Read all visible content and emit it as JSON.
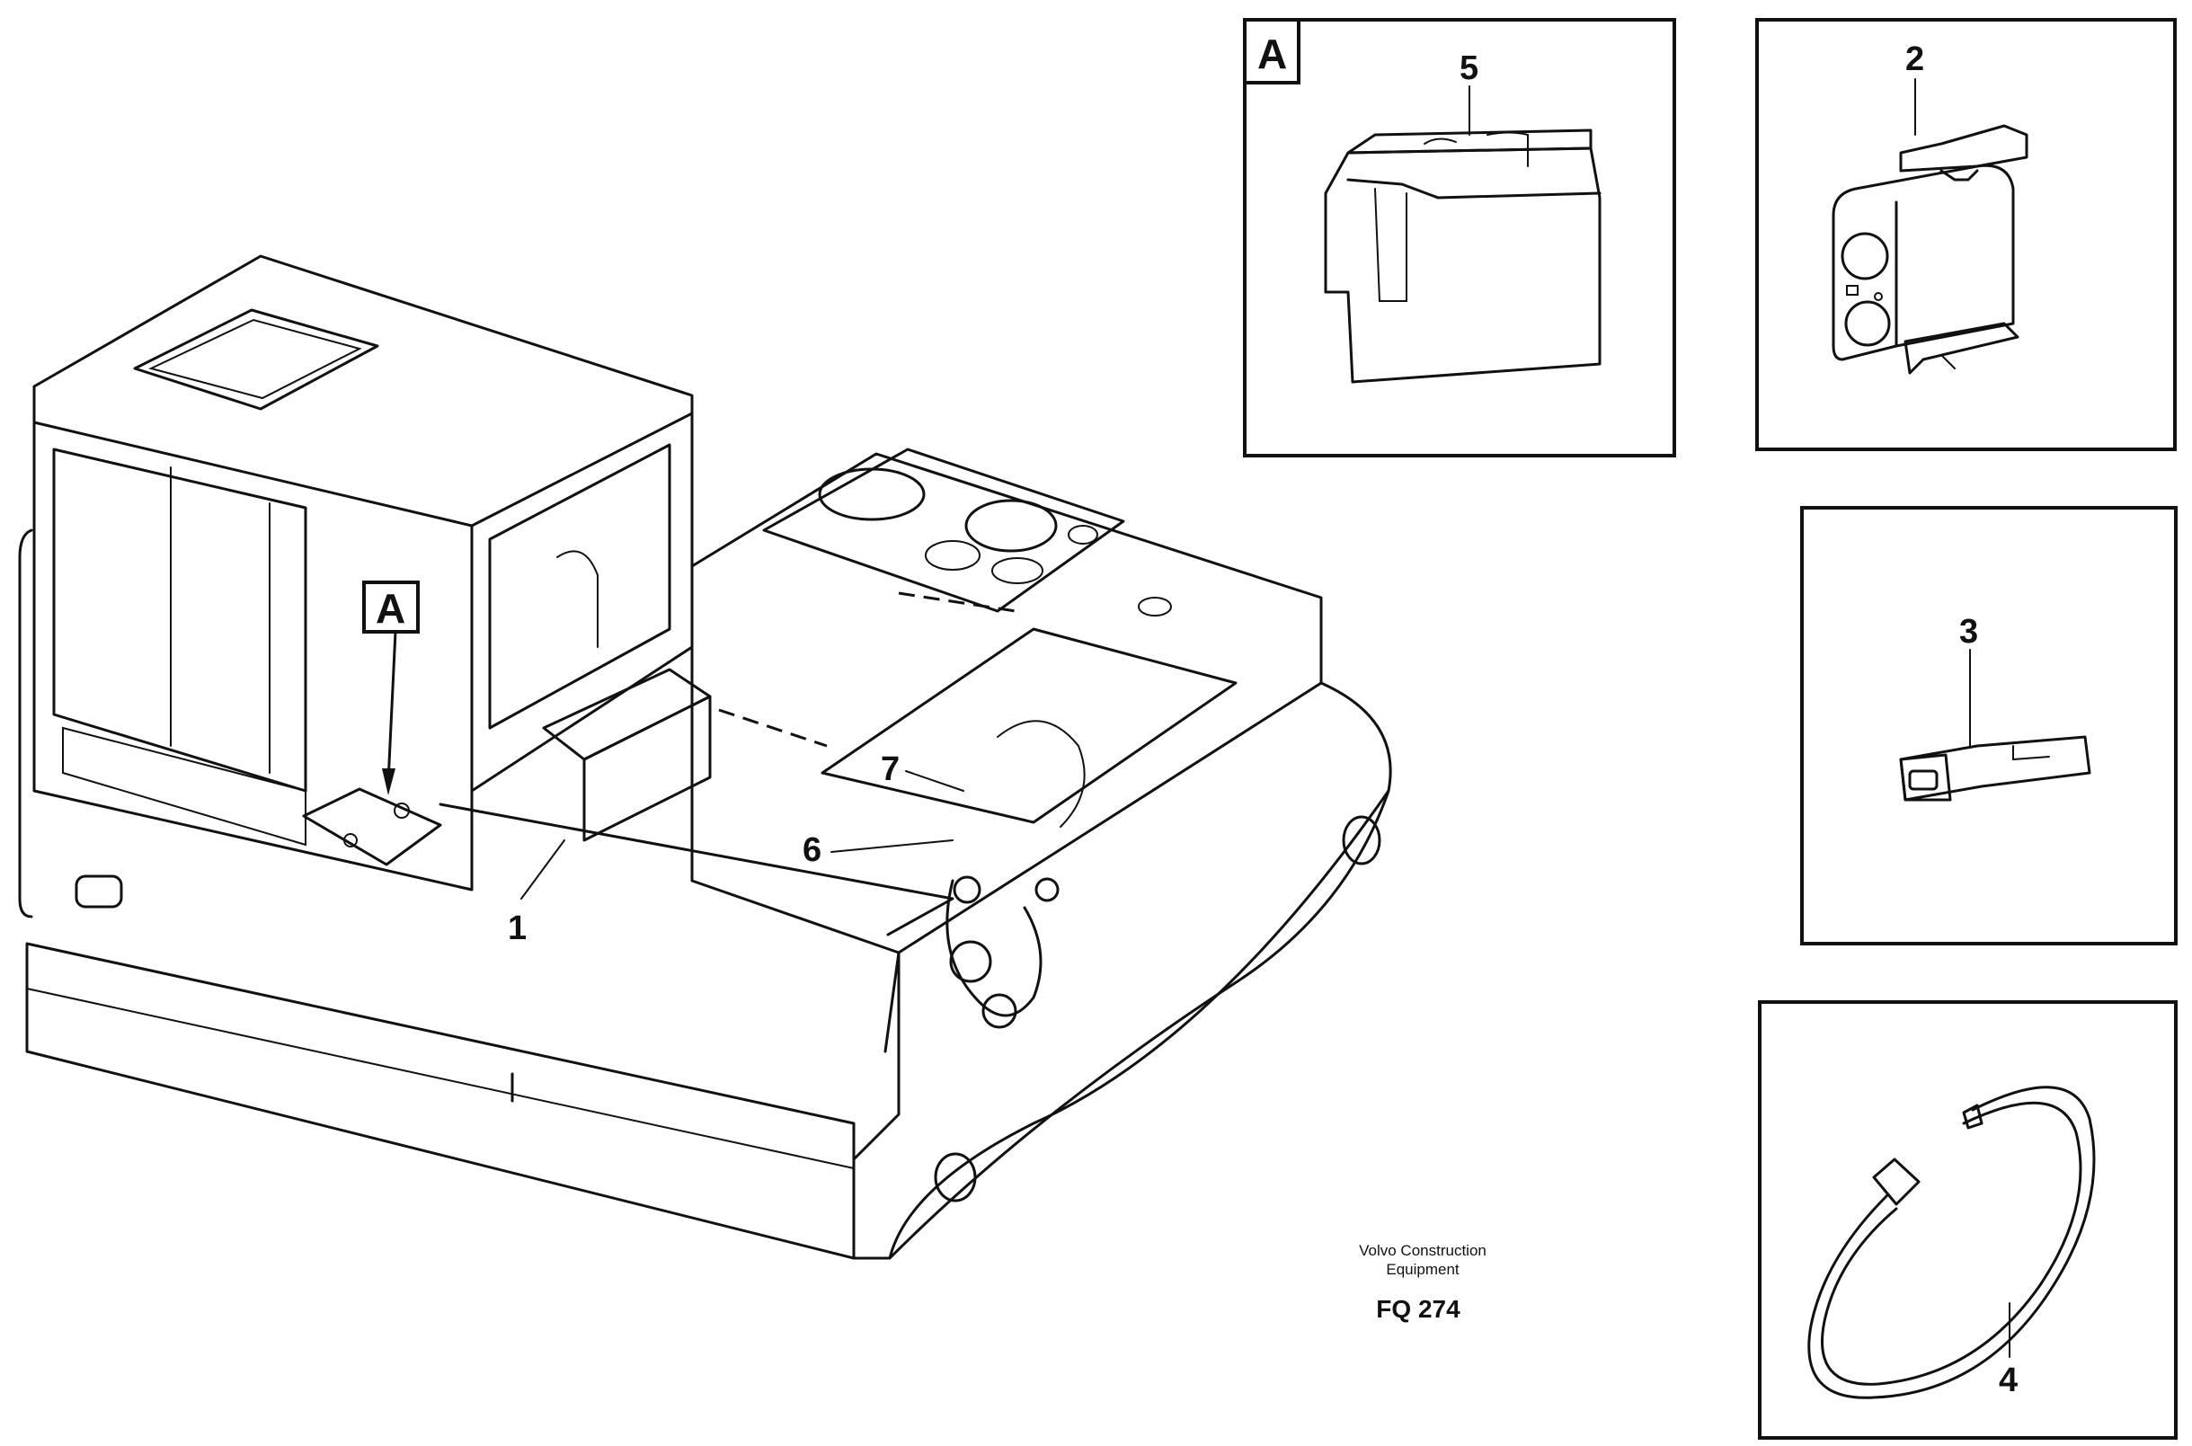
{
  "main_view": {
    "detail_tag": "A",
    "callouts": [
      "1",
      "6",
      "7"
    ]
  },
  "detail_a": {
    "tag": "A",
    "callout": "5"
  },
  "detail_2": {
    "callout": "2"
  },
  "detail_3": {
    "callout": "3"
  },
  "detail_4": {
    "callout": "4"
  },
  "credit": {
    "line1": "Volvo Construction",
    "line2": "Equipment",
    "code": "FQ 274"
  }
}
